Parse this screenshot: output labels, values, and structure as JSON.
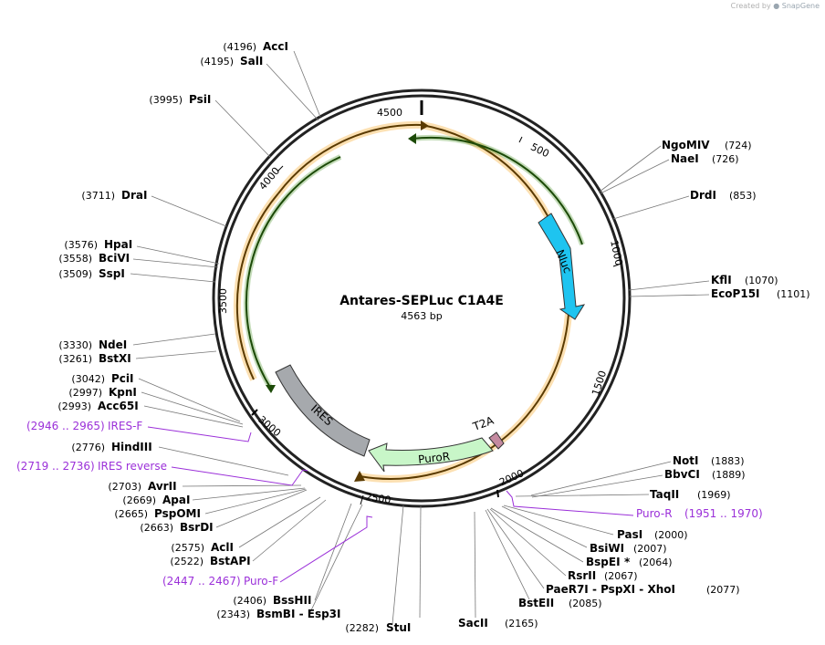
{
  "credit": {
    "prefix": "Created by",
    "brand": "SnapGene"
  },
  "plasmid": {
    "name": "Antares-SEPLuc C1A4E",
    "length": "4563 bp"
  },
  "tick_labels": [
    "500",
    "1000",
    "1500",
    "2000",
    "2500",
    "3000",
    "3500",
    "4000",
    "4500"
  ],
  "features": [
    {
      "label": "Nluc",
      "color": "#1ec4f0"
    },
    {
      "label": "PuroR",
      "color": "#c8f6c8"
    },
    {
      "label": "IRES",
      "color": "#a6a9ad"
    },
    {
      "label": "T2A",
      "color": "#c48aa0"
    }
  ],
  "left_sites": [
    {
      "pos": "(4196)",
      "name": "AccI"
    },
    {
      "pos": "(4195)",
      "name": "SalI"
    },
    {
      "pos": "(3995)",
      "name": "PsiI"
    },
    {
      "pos": "(3711)",
      "name": "DraI"
    },
    {
      "pos": "(3576)",
      "name": "HpaI"
    },
    {
      "pos": "(3558)",
      "name": "BciVI"
    },
    {
      "pos": "(3509)",
      "name": "SspI"
    },
    {
      "pos": "(3330)",
      "name": "NdeI"
    },
    {
      "pos": "(3261)",
      "name": "BstXI"
    },
    {
      "pos": "(3042)",
      "name": "PciI"
    },
    {
      "pos": "(2997)",
      "name": "KpnI"
    },
    {
      "pos": "(2993)",
      "name": "Acc65I"
    },
    {
      "pos": "(2776)",
      "name": "HindIII"
    },
    {
      "pos": "(2703)",
      "name": "AvrII"
    },
    {
      "pos": "(2669)",
      "name": "ApaI"
    },
    {
      "pos": "(2665)",
      "name": "PspOMI"
    },
    {
      "pos": "(2663)",
      "name": "BsrDI"
    },
    {
      "pos": "(2575)",
      "name": "AclI"
    },
    {
      "pos": "(2522)",
      "name": "BstAPI"
    },
    {
      "pos": "(2406)",
      "name": "BssHII"
    },
    {
      "pos": "(2343)",
      "name": "BsmBI - Esp3I"
    },
    {
      "pos": "(2282)",
      "name": "StuI"
    }
  ],
  "right_sites": [
    {
      "name": "NgoMIV",
      "pos": "(724)"
    },
    {
      "name": "NaeI",
      "pos": "(726)"
    },
    {
      "name": "DrdI",
      "pos": "(853)"
    },
    {
      "name": "KflI",
      "pos": "(1070)"
    },
    {
      "name": "EcoP15I",
      "pos": "(1101)"
    },
    {
      "name": "NotI",
      "pos": "(1883)"
    },
    {
      "name": "BbvCI",
      "pos": "(1889)"
    },
    {
      "name": "TaqII",
      "pos": "(1969)"
    },
    {
      "name": "PasI",
      "pos": "(2000)"
    },
    {
      "name": "BsiWI",
      "pos": "(2007)"
    },
    {
      "name": "BspEI",
      "pos": "(2064)",
      "mark": "*"
    },
    {
      "name": "RsrII",
      "pos": "(2067)"
    },
    {
      "name": "PaeR7I - PspXI - XhoI",
      "pos": "(2077)"
    },
    {
      "name": "BstEII",
      "pos": "(2085)"
    },
    {
      "name": "SacII",
      "pos": "(2165)"
    }
  ],
  "primers": [
    {
      "range": "(2946 .. 2965)",
      "name": "IRES-F"
    },
    {
      "range": "(2719 .. 2736)",
      "name": "IRES reverse"
    },
    {
      "name": "Puro-R",
      "range": "(1951 .. 1970)"
    },
    {
      "range": "(2447 .. 2467)",
      "name": "Puro-F"
    }
  ],
  "colors": {
    "primer": "#9b30d9",
    "orange_arc": "#f5a623",
    "green_arc": "#3c8a18"
  }
}
